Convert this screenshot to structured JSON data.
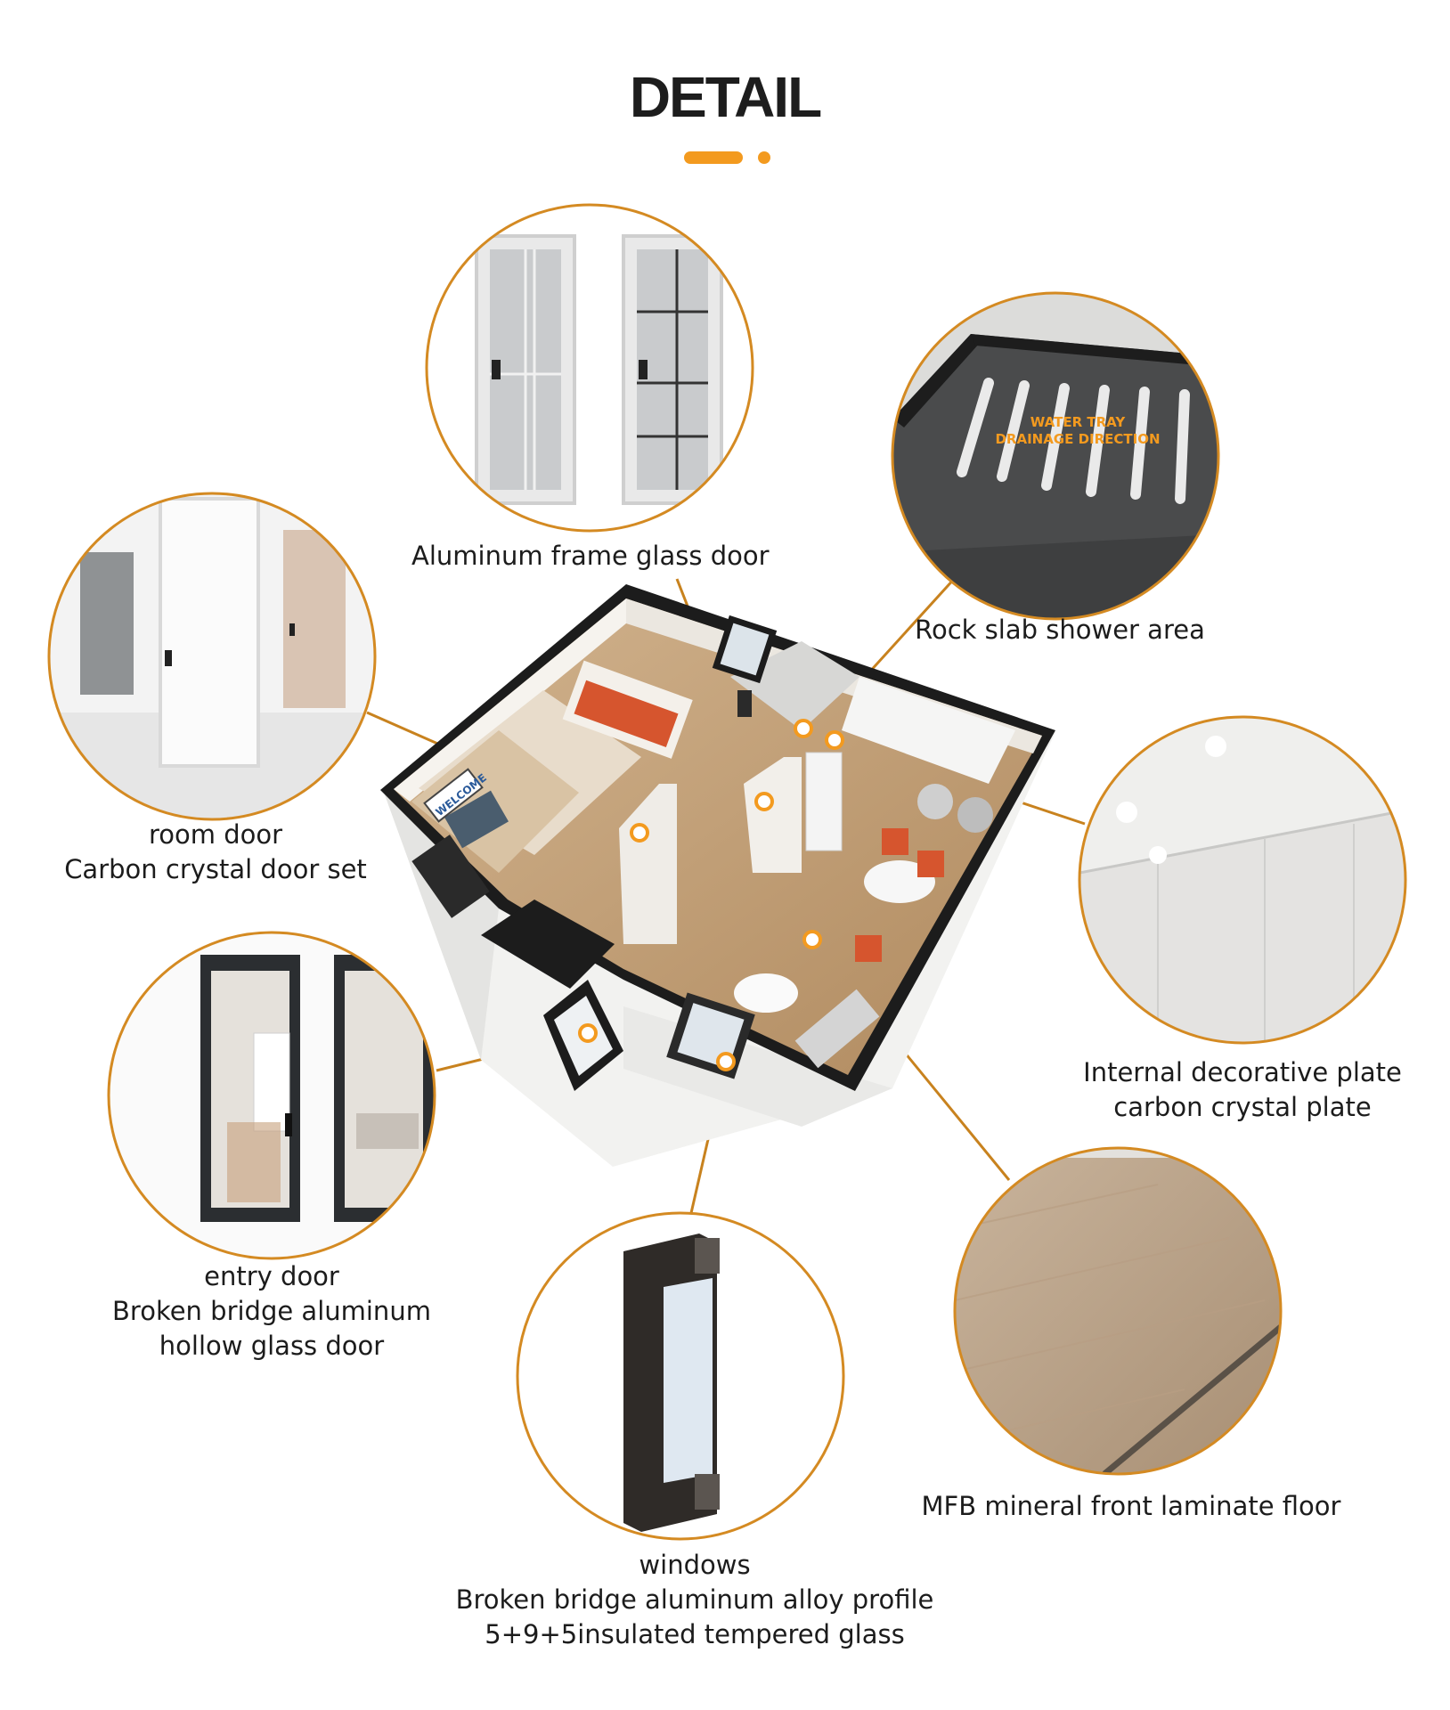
{
  "title": "DETAIL",
  "accent_color": "#f39a1f",
  "callouts": {
    "glass_door": {
      "label": "Aluminum frame glass door"
    },
    "shower": {
      "label": "Rock slab shower area",
      "overlay_line1": "WATER TRAY",
      "overlay_line2": "DRAINAGE DIRECTION"
    },
    "room_door": {
      "line1": "room door",
      "line2": "Carbon crystal door set"
    },
    "internal_plate": {
      "line1": "Internal decorative plate",
      "line2": "carbon crystal plate"
    },
    "entry_door": {
      "line1": "entry door",
      "line2": "Broken bridge aluminum",
      "line3": "hollow glass door"
    },
    "floor": {
      "label": "MFB mineral front laminate floor"
    },
    "windows": {
      "line1": "windows",
      "line2": "Broken bridge aluminum alloy profile",
      "line3": "5+9+5insulated tempered glass"
    }
  },
  "house_sign": "WELCOME"
}
